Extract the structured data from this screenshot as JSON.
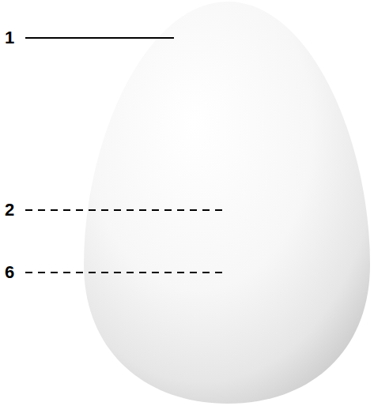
{
  "diagram": {
    "labels": [
      "1",
      "2",
      "6"
    ]
  }
}
